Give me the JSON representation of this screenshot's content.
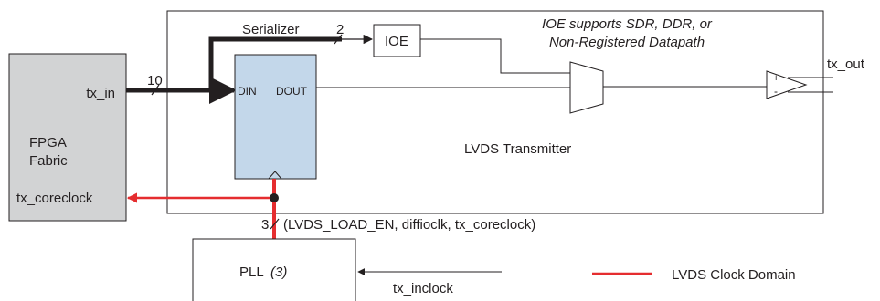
{
  "fpga": {
    "tx_in": "tx_in",
    "name_line1": "FPGA",
    "name_line2": "Fabric",
    "tx_coreclock": "tx_coreclock"
  },
  "buses": {
    "input_width": "10",
    "serializer_to_ioe_width": "2",
    "pll_out_width": "3"
  },
  "serializer": {
    "label": "Serializer",
    "din": "DIN",
    "dout": "DOUT"
  },
  "ioe": {
    "label": "IOE",
    "note_line1": "IOE supports SDR, DDR, or",
    "note_line2": "Non-Registered Datapath"
  },
  "transmitter": {
    "label": "LVDS Transmitter",
    "plus": "+",
    "minus": "-",
    "output": "tx_out"
  },
  "pll": {
    "name": "PLL",
    "note": "(3)",
    "outputs": "(LVDS_LOAD_EN, diffioclk, tx_coreclock)",
    "input": "tx_inclock"
  },
  "legend": {
    "label": "LVDS Clock Domain",
    "color": "#e52d2f"
  },
  "colors": {
    "fpga_fill": "#d2d3d4",
    "serializer_fill": "#c3d7ea",
    "clock": "#e52d2f",
    "line": "#231f20"
  }
}
